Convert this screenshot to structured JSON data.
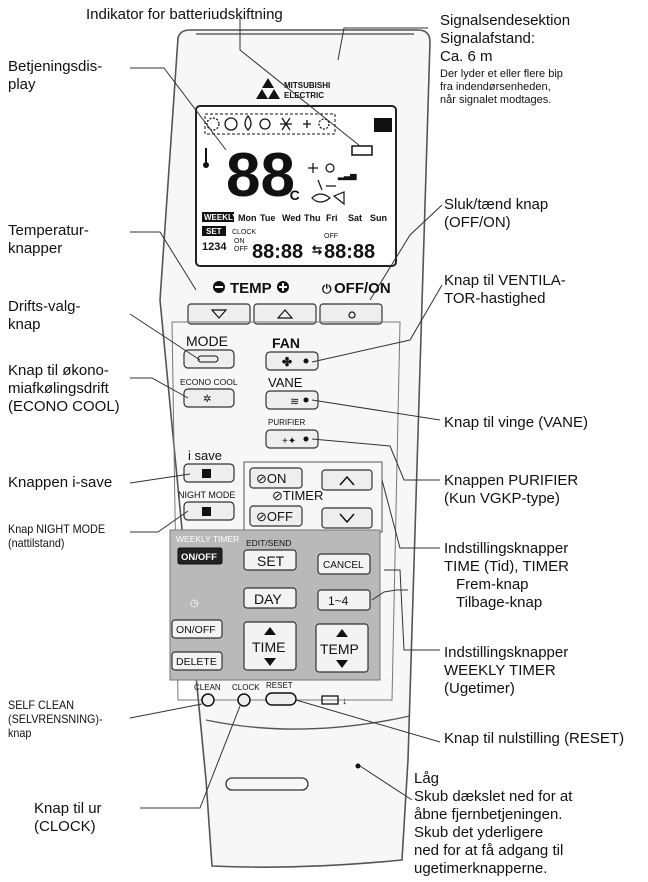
{
  "remote": {
    "brand_line1": "MITSUBISHI",
    "brand_line2": "ELECTRIC",
    "display_digits": "88",
    "display_unit": "°C",
    "days": [
      "Mon",
      "Tue",
      "Wed",
      "Thu",
      "Fri",
      "Sat",
      "Sun"
    ],
    "weekly_tag": "WEEKLY",
    "set_tag": "SET",
    "clock_tag": "CLOCK",
    "on_tag": "ON",
    "off_tag": "OFF",
    "program_numbers": "1234",
    "time_left": "88:88",
    "time_right": "88:88",
    "temp_label": "TEMP",
    "offon_label": "OFF/ON",
    "mode_label": "MODE",
    "econo_cool_label": "ECONO COOL",
    "fan_label": "FAN",
    "vane_label": "VANE",
    "purifier_label": "PURIFIER",
    "isave_label": "i save",
    "night_mode_label": "NIGHT MODE",
    "timer_on_label": "ON",
    "timer_off_label": "OFF",
    "timer_label": "TIMER",
    "weekly_timer_label": "WEEKLY TIMER",
    "onoff_small": "ON/OFF",
    "edit_send_label": "EDIT/SEND",
    "set_button": "SET",
    "cancel_button": "CANCEL",
    "day_button": "DAY",
    "range_button": "1~4",
    "onoff_button": "ON/OFF",
    "delete_button": "DELETE",
    "time_button": "TIME",
    "temp_button": "TEMP",
    "clean_label": "CLEAN",
    "clock_label": "CLOCK",
    "reset_label": "RESET"
  },
  "labels": {
    "battery": "Indikator for batteriudskiftning",
    "signal_line1": "Signalsendesektion",
    "signal_line2": "Signalafstand:",
    "signal_line3": "Ca. 6 m",
    "signal_note1": "Der lyder et eller flere bip",
    "signal_note2": "fra indendørsenheden,",
    "signal_note3": "når signalet modtages.",
    "display_line1": "Betjeningsdis-",
    "display_line2": "play",
    "temp_buttons_line1": "Temperatur-",
    "temp_buttons_line2": "knapper",
    "offon_line1": "Sluk/tænd knap",
    "offon_line2": "(OFF/ON)",
    "fan_line1": "Knap til VENTILA-",
    "fan_line2": "TOR-hastighed",
    "mode_line1": "Drifts-valg-",
    "mode_line2": "knap",
    "econo_line1": "Knap til økono-",
    "econo_line2": "miafkølingsdrift",
    "econo_line3": "(ECONO COOL)",
    "vane": "Knap til vinge (VANE)",
    "isave": "Knappen i-save",
    "purifier_line1": "Knappen PURIFIER",
    "purifier_line2": "(Kun VGKP-type)",
    "night_line1": "Knap NIGHT MODE",
    "night_line2": "(nattilstand)",
    "time_timer_line1": "Indstillingsknapper",
    "time_timer_line2": "TIME (Tid), TIMER",
    "time_timer_line3": "Frem-knap",
    "time_timer_line4": "Tilbage-knap",
    "weekly_line1": "Indstillingsknapper",
    "weekly_line2": "WEEKLY TIMER",
    "weekly_line3": "(Ugetimer)",
    "selfclean_line1": "SELF CLEAN",
    "selfclean_line2": "(SELVRENSNING)-",
    "selfclean_line3": "knap",
    "reset": "Knap til nulstilling (RESET)",
    "lid_line1": "Låg",
    "lid_line2": "Skub dækslet ned for at",
    "lid_line3": "åbne fjernbetjeningen.",
    "lid_line4": "Skub det yderligere",
    "lid_line5": "ned for at få adgang til",
    "lid_line6": "ugetimerknapperne.",
    "clock_line1": "Knap til ur",
    "clock_line2": "(CLOCK)"
  }
}
